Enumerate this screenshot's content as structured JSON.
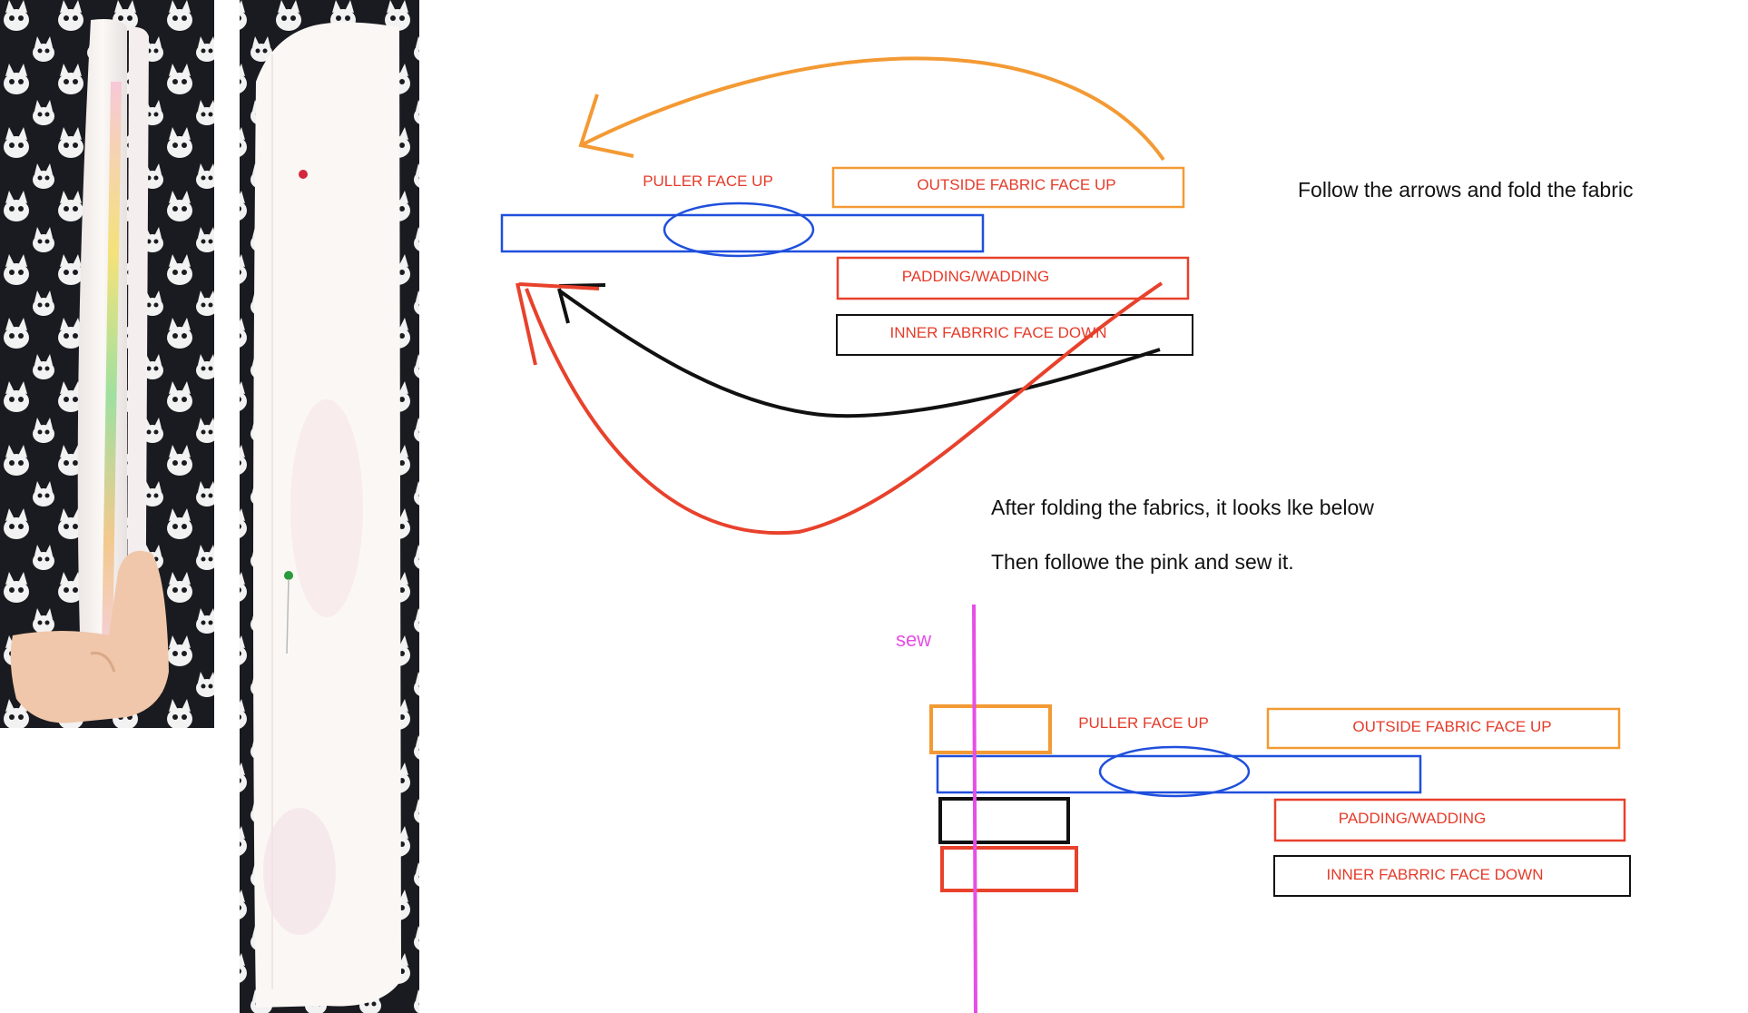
{
  "photos": {
    "left_photo": "photo-fabric-strip-side-view",
    "right_photo": "photo-fabric-strip-pinned"
  },
  "top_diagram": {
    "instruction": "Follow the arrows and fold the fabric",
    "labels": {
      "puller": "PULLER FACE UP",
      "outside": "OUTSIDE FABRIC FACE UP",
      "padding": "PADDING/WADDING",
      "inner": "INNER FABRRIC FACE DOWN"
    }
  },
  "notes": {
    "after_folding": "After folding the fabrics, it looks lke below",
    "then_sew": "Then followe the pink and sew it."
  },
  "bottom_diagram": {
    "sew_label": "sew",
    "labels": {
      "puller": "PULLER FACE UP",
      "outside": "OUTSIDE FABRIC FACE UP",
      "padding": "PADDING/WADDING",
      "inner": "INNER FABRRIC FACE DOWN"
    }
  },
  "colors": {
    "orange": "#f39a34",
    "blue": "#1f4fdc",
    "red": "#e8412c",
    "black": "#111111",
    "pink": "#e64fe6",
    "label_red": "#e53b2a",
    "cat_fabric": "#17181c"
  }
}
